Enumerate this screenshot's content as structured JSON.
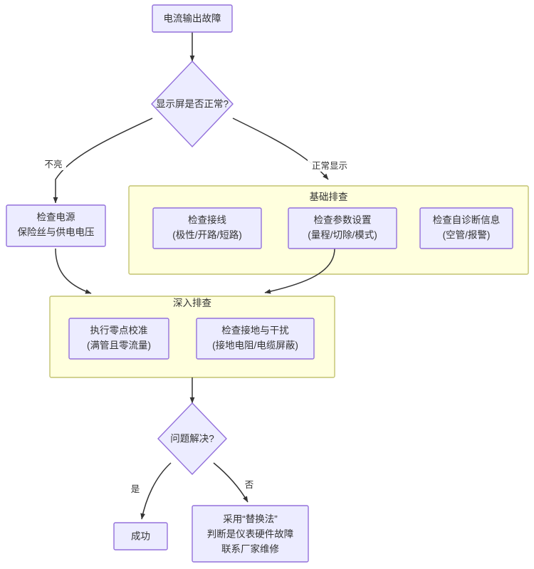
{
  "diagram": {
    "type": "flowchart",
    "direction": "top-down",
    "title_visible": false,
    "colors": {
      "node_fill": "#ECECFF",
      "node_stroke": "#9370DB",
      "cluster_fill": "#FFFFDE",
      "cluster_stroke": "#C3C371",
      "edge_stroke": "#333333",
      "text": "#333333",
      "background": "#FFFFFF"
    }
  },
  "nodes": {
    "start": {
      "shape": "rect",
      "lines": [
        "电流输出故障"
      ]
    },
    "decision_display": {
      "shape": "diamond",
      "lines": [
        "显示屏是否正常?"
      ]
    },
    "check_power": {
      "shape": "rect",
      "lines": [
        "检查电源",
        "保险丝与供电电压"
      ]
    },
    "check_wiring": {
      "shape": "rect",
      "lines": [
        "检查接线",
        "(极性/开路/短路)"
      ]
    },
    "check_params": {
      "shape": "rect",
      "lines": [
        "检查参数设置",
        "(量程/切除/模式)"
      ]
    },
    "check_selfdiag": {
      "shape": "rect",
      "lines": [
        "检查自诊断信息",
        "(空管/报警)"
      ]
    },
    "zero_calibration": {
      "shape": "rect",
      "lines": [
        "执行零点校准",
        "(满管且零流量)"
      ]
    },
    "check_ground": {
      "shape": "rect",
      "lines": [
        "检查接地与干扰",
        "(接地电阻/电缆屏蔽)"
      ]
    },
    "decision_solved": {
      "shape": "diamond",
      "lines": [
        "问题解决?"
      ]
    },
    "success": {
      "shape": "rect",
      "lines": [
        "成功"
      ]
    },
    "replacement": {
      "shape": "rect",
      "lines": [
        "采用“替换法”",
        "判断是仪表硬件故障",
        "联系厂家维修"
      ]
    }
  },
  "clusters": {
    "basic": {
      "label": "基础排查",
      "members": [
        "check_wiring",
        "check_params",
        "check_selfdiag"
      ]
    },
    "deep": {
      "label": "深入排查",
      "members": [
        "zero_calibration",
        "check_ground"
      ]
    }
  },
  "edges": [
    {
      "from": "start",
      "to": "decision_display",
      "label": ""
    },
    {
      "from": "decision_display",
      "to": "check_power",
      "label": "不亮"
    },
    {
      "from": "decision_display",
      "to": "basic",
      "label": "正常显示"
    },
    {
      "from": "check_power",
      "to": "deep",
      "label": ""
    },
    {
      "from": "basic",
      "to": "deep",
      "label": ""
    },
    {
      "from": "deep",
      "to": "decision_solved",
      "label": ""
    },
    {
      "from": "decision_solved",
      "to": "success",
      "label": "是"
    },
    {
      "from": "decision_solved",
      "to": "replacement",
      "label": "否"
    }
  ],
  "edge_labels": {
    "not_lit": "不亮",
    "normal_display": "正常显示",
    "yes": "是",
    "no": "否"
  }
}
